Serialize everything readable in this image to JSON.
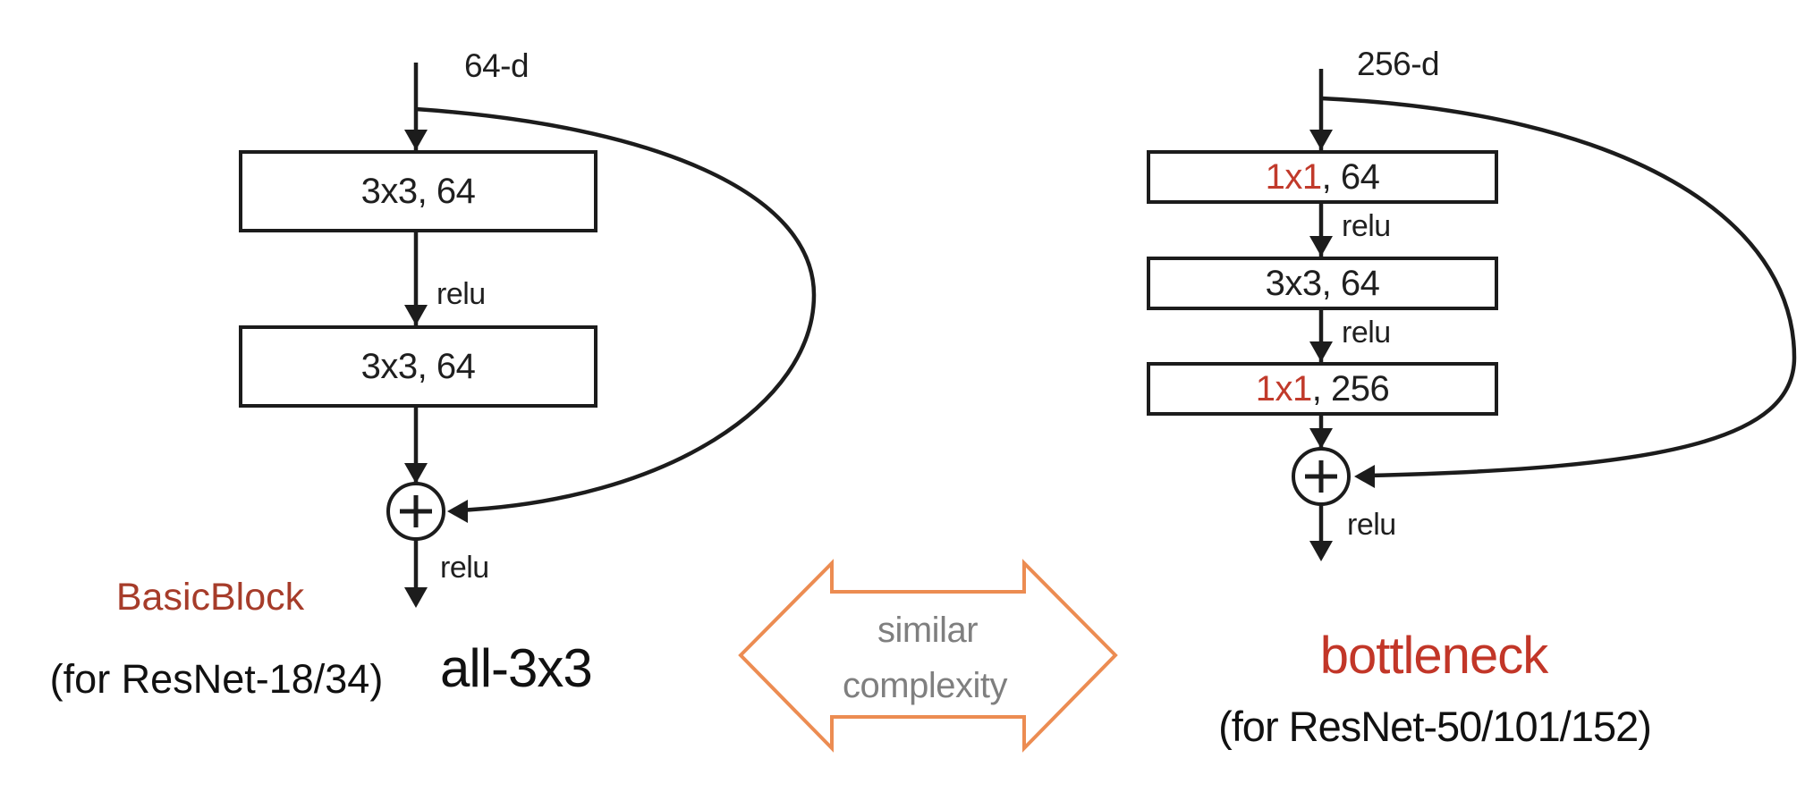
{
  "figure": {
    "left": {
      "input_label": "64-d",
      "boxes": [
        {
          "label": "3x3, 64"
        },
        {
          "label": "3x3, 64"
        }
      ],
      "relu": "relu",
      "title": "BasicBlock",
      "subtitle": "(for ResNet-18/34)",
      "tagline": "all-3x3"
    },
    "middle": {
      "line1": "similar",
      "line2": "complexity"
    },
    "right": {
      "input_label": "256-d",
      "boxes": [
        {
          "kernel": "1x1",
          "rest": ", 64"
        },
        {
          "kernel": "3x3",
          "rest": ", 64"
        },
        {
          "kernel": "1x1",
          "rest": ", 256"
        }
      ],
      "relu": "relu",
      "title": "bottleneck",
      "subtitle": "(for ResNet-50/101/152)"
    },
    "colors": {
      "kernel_highlight_red": "#c13a2b",
      "left_title_red": "#a63c2a",
      "right_title_red": "#c23628",
      "arrow_orange": "#ec8c52",
      "middle_text_gray": "#7f7f7f",
      "line_black": "#1c1c1c"
    }
  }
}
